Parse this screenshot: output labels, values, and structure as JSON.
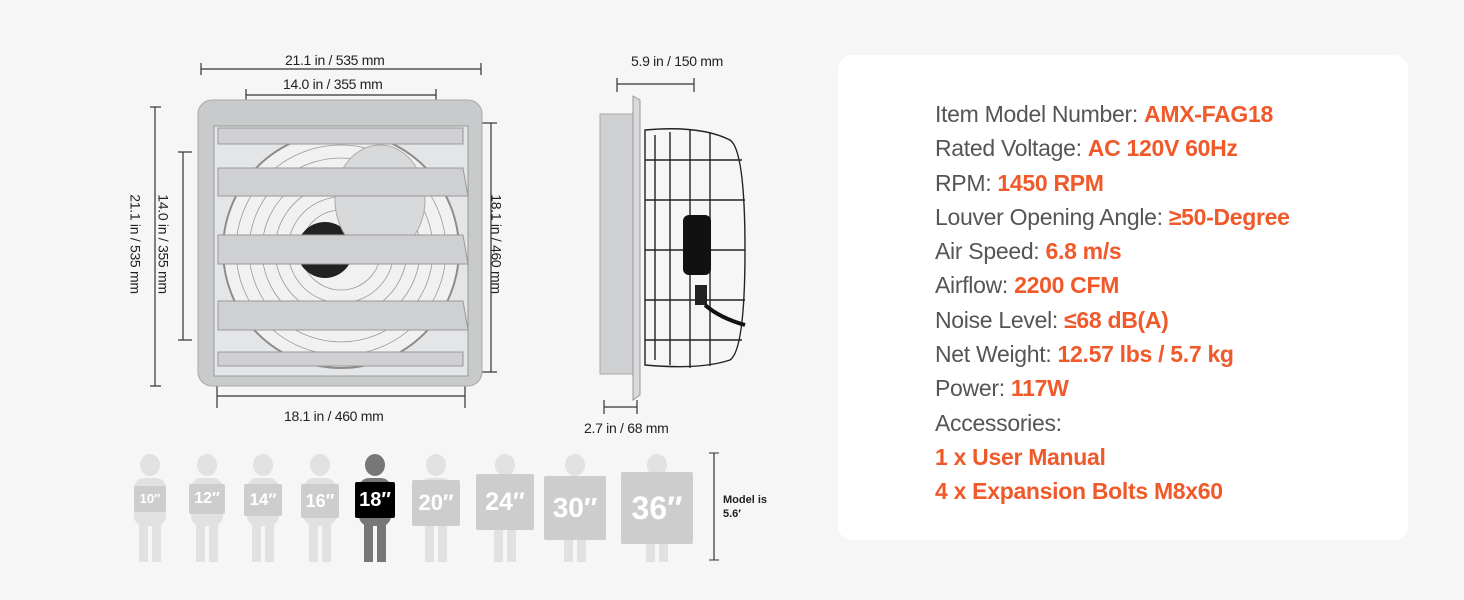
{
  "dimensions": {
    "front_width_outer": "21.1 in / 535 mm",
    "front_width_inner": "14.0 in / 355 mm",
    "front_height_outer": "21.1 in / 535 mm",
    "front_height_inner": "14.0 in / 355 mm",
    "front_height_frame": "18.1 in / 460 mm",
    "front_width_frame": "18.1 in / 460 mm",
    "side_depth": "5.9 in / 150 mm",
    "side_frame_depth": "2.7 in / 68 mm"
  },
  "size_chart": {
    "sizes": [
      "10″",
      "12″",
      "14″",
      "16″",
      "18″",
      "20″",
      "24″",
      "30″",
      "36″"
    ],
    "selected": "18″",
    "model_note_line1": "Model is",
    "model_note_line2": "5.6′"
  },
  "specs": [
    {
      "label": "Item Model Number:  ",
      "value": "AMX-FAG18"
    },
    {
      "label": "Rated Voltage: ",
      "value": "AC 120V 60Hz"
    },
    {
      "label": "RPM: ",
      "value": "1450 RPM"
    },
    {
      "label": "Louver Opening Angle: ",
      "value": "≥50-Degree"
    },
    {
      "label": "Air Speed: ",
      "value": "6.8 m/s"
    },
    {
      "label": "Airflow: ",
      "value": "2200 CFM"
    },
    {
      "label": "Noise Level: ",
      "value": "≤68 dB(A)"
    },
    {
      "label": "Net Weight: ",
      "value": "12.57 lbs / 5.7 kg"
    },
    {
      "label": "Power: ",
      "value": "117W"
    },
    {
      "label": "Accessories:",
      "value": ""
    }
  ],
  "accessories": [
    "1 x User Manual",
    "4 x Expansion Bolts M8x60"
  ],
  "colors": {
    "accent": "#f0592a",
    "label": "#555555",
    "card": "#ffffff",
    "background": "#f6f6f6"
  }
}
